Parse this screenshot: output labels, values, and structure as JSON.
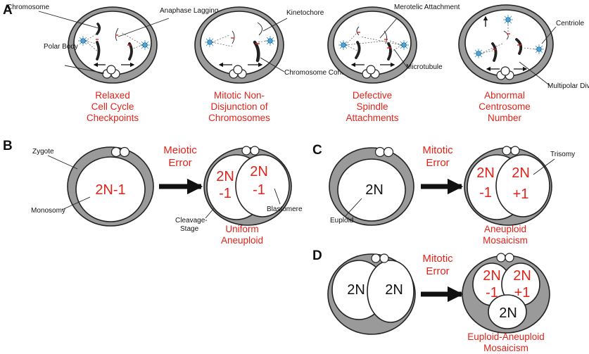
{
  "panel_labels": {
    "a": "A",
    "b": "B",
    "c": "C",
    "d": "D"
  },
  "panel_a": {
    "labels": {
      "chromosome": "Chromosome",
      "anaphase_lagging": "Anaphase Lagging",
      "polar_body": "Polar Body",
      "kinetochore": "Kinetochore",
      "chromosome_cohesion": "Chromosome Cohesion",
      "merotelic_attachment": "Merotelic Attachment",
      "microtubule": "Microtubule",
      "centriole": "Centriole",
      "multipolar_division": "Multipolar Division"
    },
    "captions": {
      "relaxed": [
        "Relaxed",
        "Cell Cycle",
        "Checkpoints"
      ],
      "nondisjunction": [
        "Mitotic Non-",
        "Disjunction of",
        "Chromosomes"
      ],
      "defective": [
        "Defective",
        "Spindle",
        "Attachments"
      ],
      "abnormal": [
        "Abnormal",
        "Centrosome",
        "Number"
      ]
    }
  },
  "panel_b": {
    "zygote": "Zygote",
    "cell_text": "2N-1",
    "monosomy": "Monosomy",
    "error": [
      "Meiotic",
      "Error"
    ],
    "left_blastomere": [
      "2N",
      "-1"
    ],
    "right_blastomere": [
      "2N",
      "-1"
    ],
    "blastomere": "Blastomere",
    "cleavage_stage": [
      "Cleavage-",
      "Stage"
    ],
    "caption": [
      "Uniform",
      "Aneuploid"
    ]
  },
  "panel_c": {
    "cell_text": "2N",
    "euploid": "Euploid",
    "error": [
      "Mitotic",
      "Error"
    ],
    "trisomy": "Trisomy",
    "left_blastomere": [
      "2N",
      "-1"
    ],
    "right_blastomere": [
      "2N",
      "+1"
    ],
    "caption": [
      "Aneuploid",
      "Mosaicism"
    ]
  },
  "panel_d": {
    "left_cells": [
      "2N",
      "2N"
    ],
    "error": [
      "Mitotic",
      "Error"
    ],
    "top_left": [
      "2N",
      "-1"
    ],
    "top_right": [
      "2N",
      "+1"
    ],
    "bottom": "2N",
    "caption": [
      "Euploid-Aneuploid",
      "Mosaicism"
    ]
  },
  "colors": {
    "accent": "#e2231a",
    "shell": "#9a9a9a",
    "centriole": "#4aa6d6"
  }
}
